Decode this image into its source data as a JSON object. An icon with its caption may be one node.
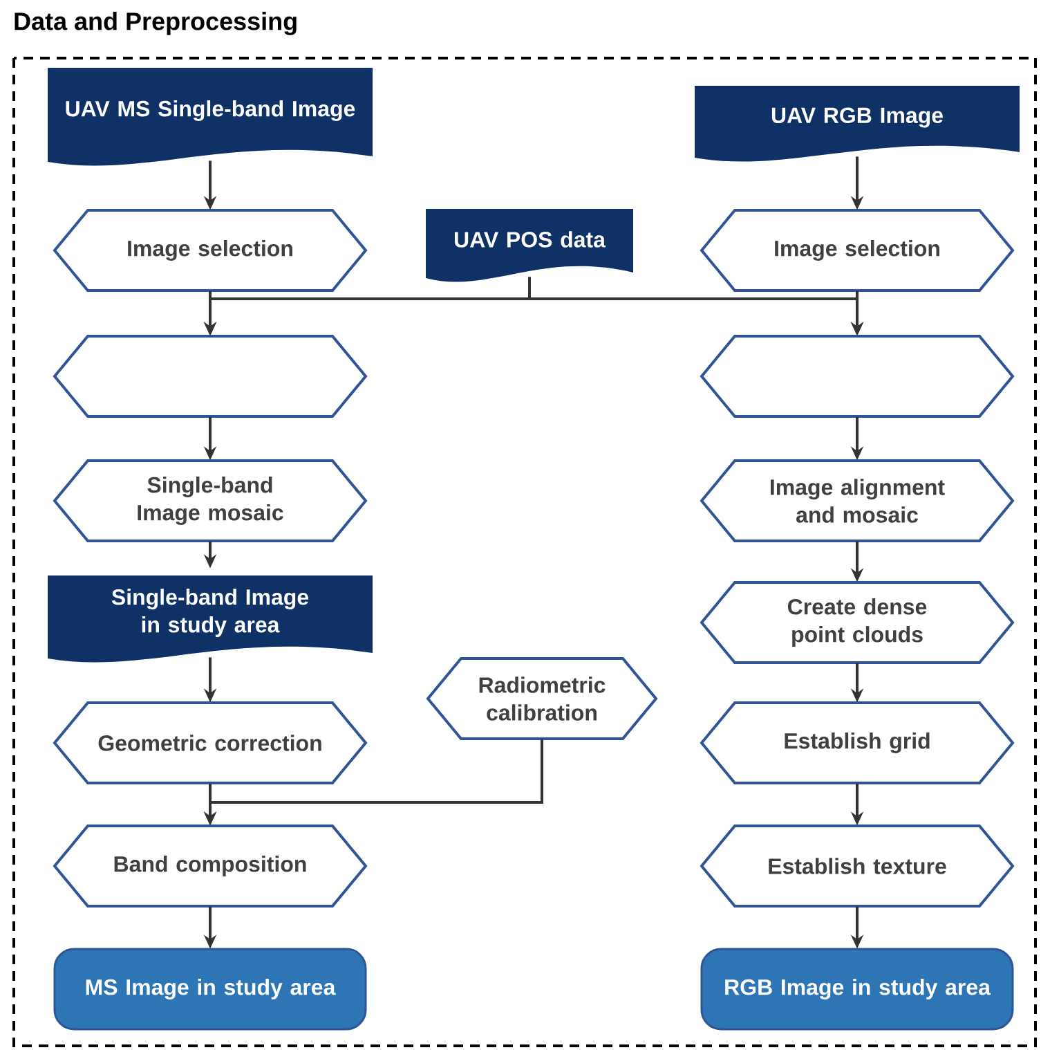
{
  "diagram": {
    "title": "Data and Preprocessing",
    "nodes": [
      {
        "text": [
          "UAV MS Single-band Image"
        ]
      },
      {
        "text": [
          "UAV RGB Image"
        ]
      },
      {
        "text": [
          "Image selection"
        ]
      },
      {
        "text": [
          "UAV POS data"
        ]
      },
      {
        "text": [
          "Image selection"
        ]
      },
      {
        "text": [],
        "shape": "hexagon"
      },
      {
        "text": [],
        "shape": "hexagon"
      },
      {
        "text": [
          "Single-band Image mosaic"
        ]
      },
      {
        "text": [
          "Image alignment and mosaic"
        ]
      },
      {
        "text": [
          "Single-band Image in study area"
        ]
      },
      {
        "text": [
          "Create dense point clouds"
        ]
      },
      {
        "text": [
          "Radiometric calibration"
        ]
      },
      {
        "text": [
          "Geometric correction"
        ]
      },
      {
        "text": [
          "Establish grid"
        ]
      },
      {
        "text": [
          "Band composition"
        ]
      },
      {
        "text": [
          "Establish texture"
        ]
      },
      {
        "text": [
          "MS Image in study area"
        ]
      },
      {
        "text": [
          "RGB Image in study area"
        ]
      }
    ],
    "edges": [
      {
        "from": 0,
        "to": 2,
        "arrow": "to"
      },
      {
        "from": 1,
        "to": 4,
        "arrow": "to"
      },
      {
        "from": 2,
        "to": 5,
        "arrow": "to"
      },
      {
        "from": 3,
        "to": 5,
        "arrow": "to"
      },
      {
        "from": 3,
        "to": 6,
        "arrow": "to"
      },
      {
        "from": 4,
        "to": 6,
        "arrow": "to"
      },
      {
        "from": 5,
        "to": 7,
        "arrow": "to"
      },
      {
        "from": 6,
        "to": 8,
        "arrow": "to"
      },
      {
        "from": 7,
        "to": 9,
        "arrow": "to"
      },
      {
        "from": 8,
        "to": 10,
        "arrow": "to"
      },
      {
        "from": 9,
        "to": 12,
        "arrow": "to"
      },
      {
        "from": 12,
        "to": 14,
        "arrow": "to"
      },
      {
        "from": 11,
        "to": 14,
        "arrow": "to"
      },
      {
        "from": 10,
        "to": 13,
        "arrow": "to"
      },
      {
        "from": 13,
        "to": 15,
        "arrow": "to"
      },
      {
        "from": 14,
        "to": 16,
        "arrow": "to"
      },
      {
        "from": 15,
        "to": 17,
        "arrow": "to"
      }
    ]
  }
}
